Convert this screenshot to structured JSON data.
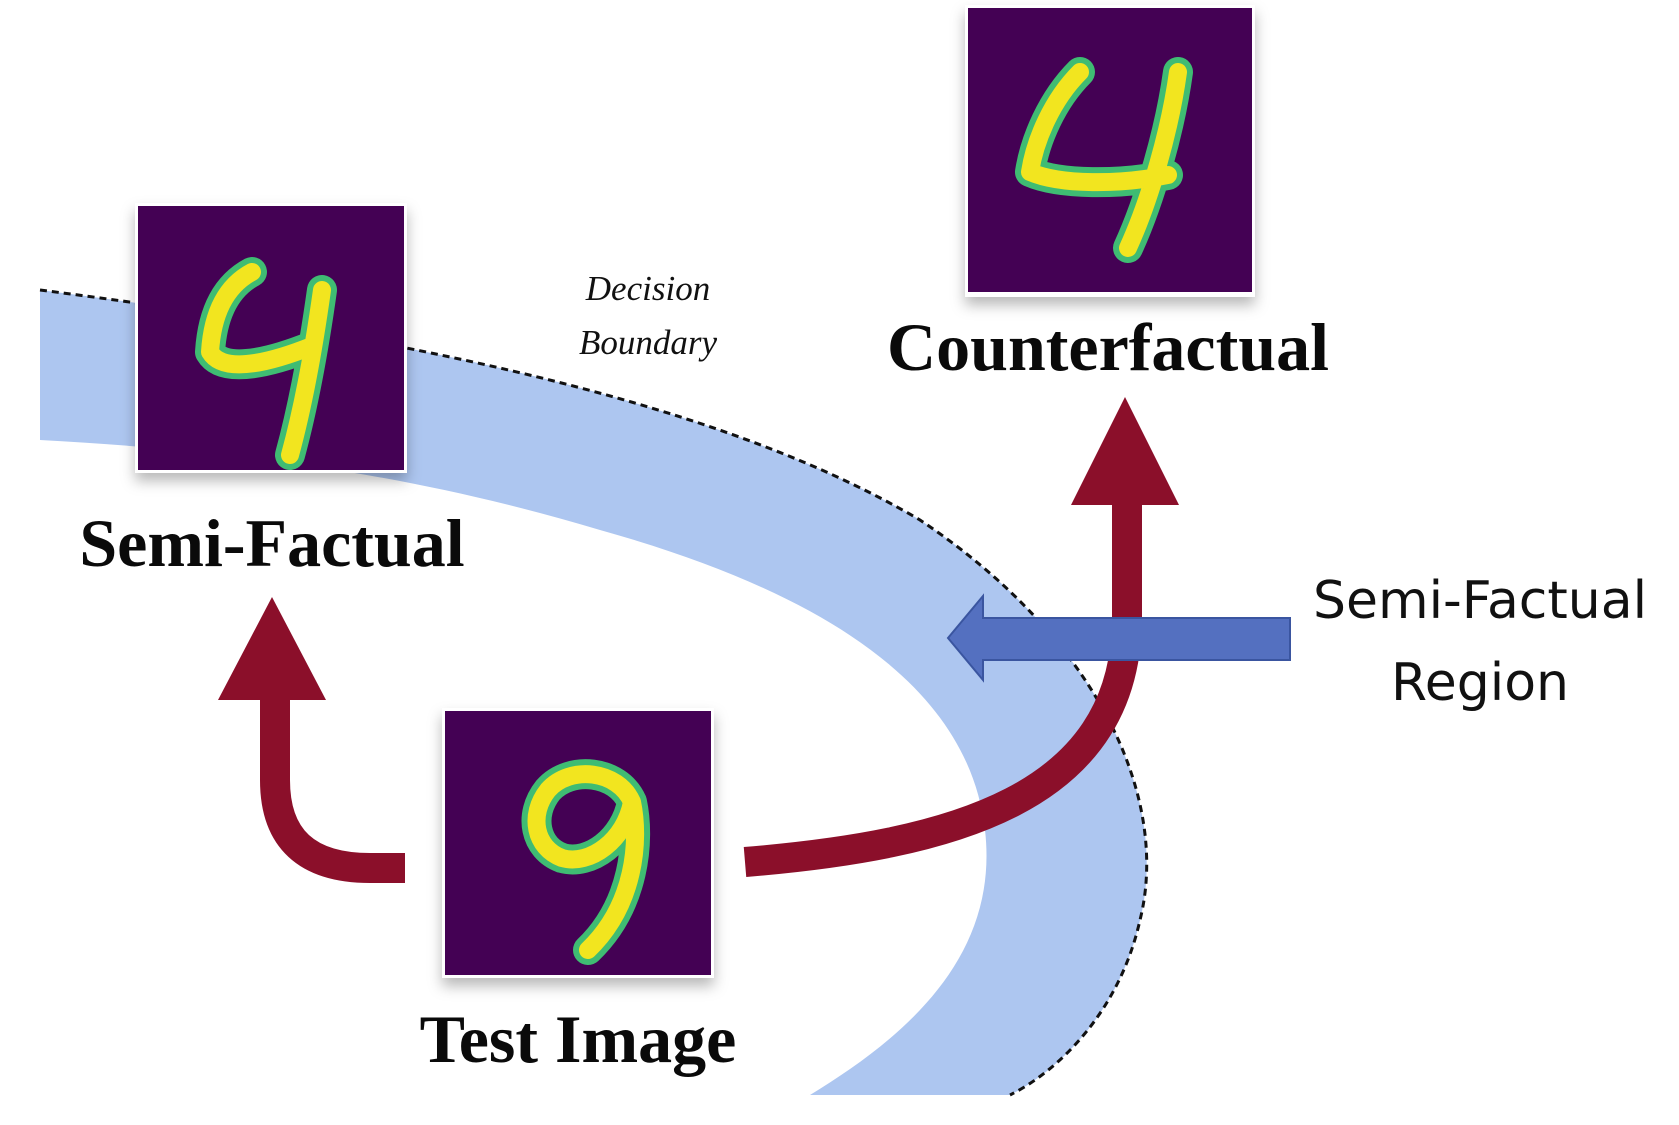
{
  "labels": {
    "decision_boundary_line1": "Decision",
    "decision_boundary_line2": "Boundary",
    "counterfactual": "Counterfactual",
    "semi_factual": "Semi-Factual",
    "test_image": "Test Image",
    "region_line1": "Semi-Factual",
    "region_line2": "Region"
  },
  "images": {
    "semi_factual_digit": "4",
    "counterfactual_digit": "4",
    "test_digit": "9"
  },
  "colors": {
    "region_fill": "#adc6f0",
    "digit_background": "#440154",
    "digit_stroke": "#f2e51f",
    "digit_edge": "#3fbc73",
    "arrow_red": "#8b0f2a",
    "arrow_blue": "#5470c0",
    "boundary_line": "#111111"
  }
}
